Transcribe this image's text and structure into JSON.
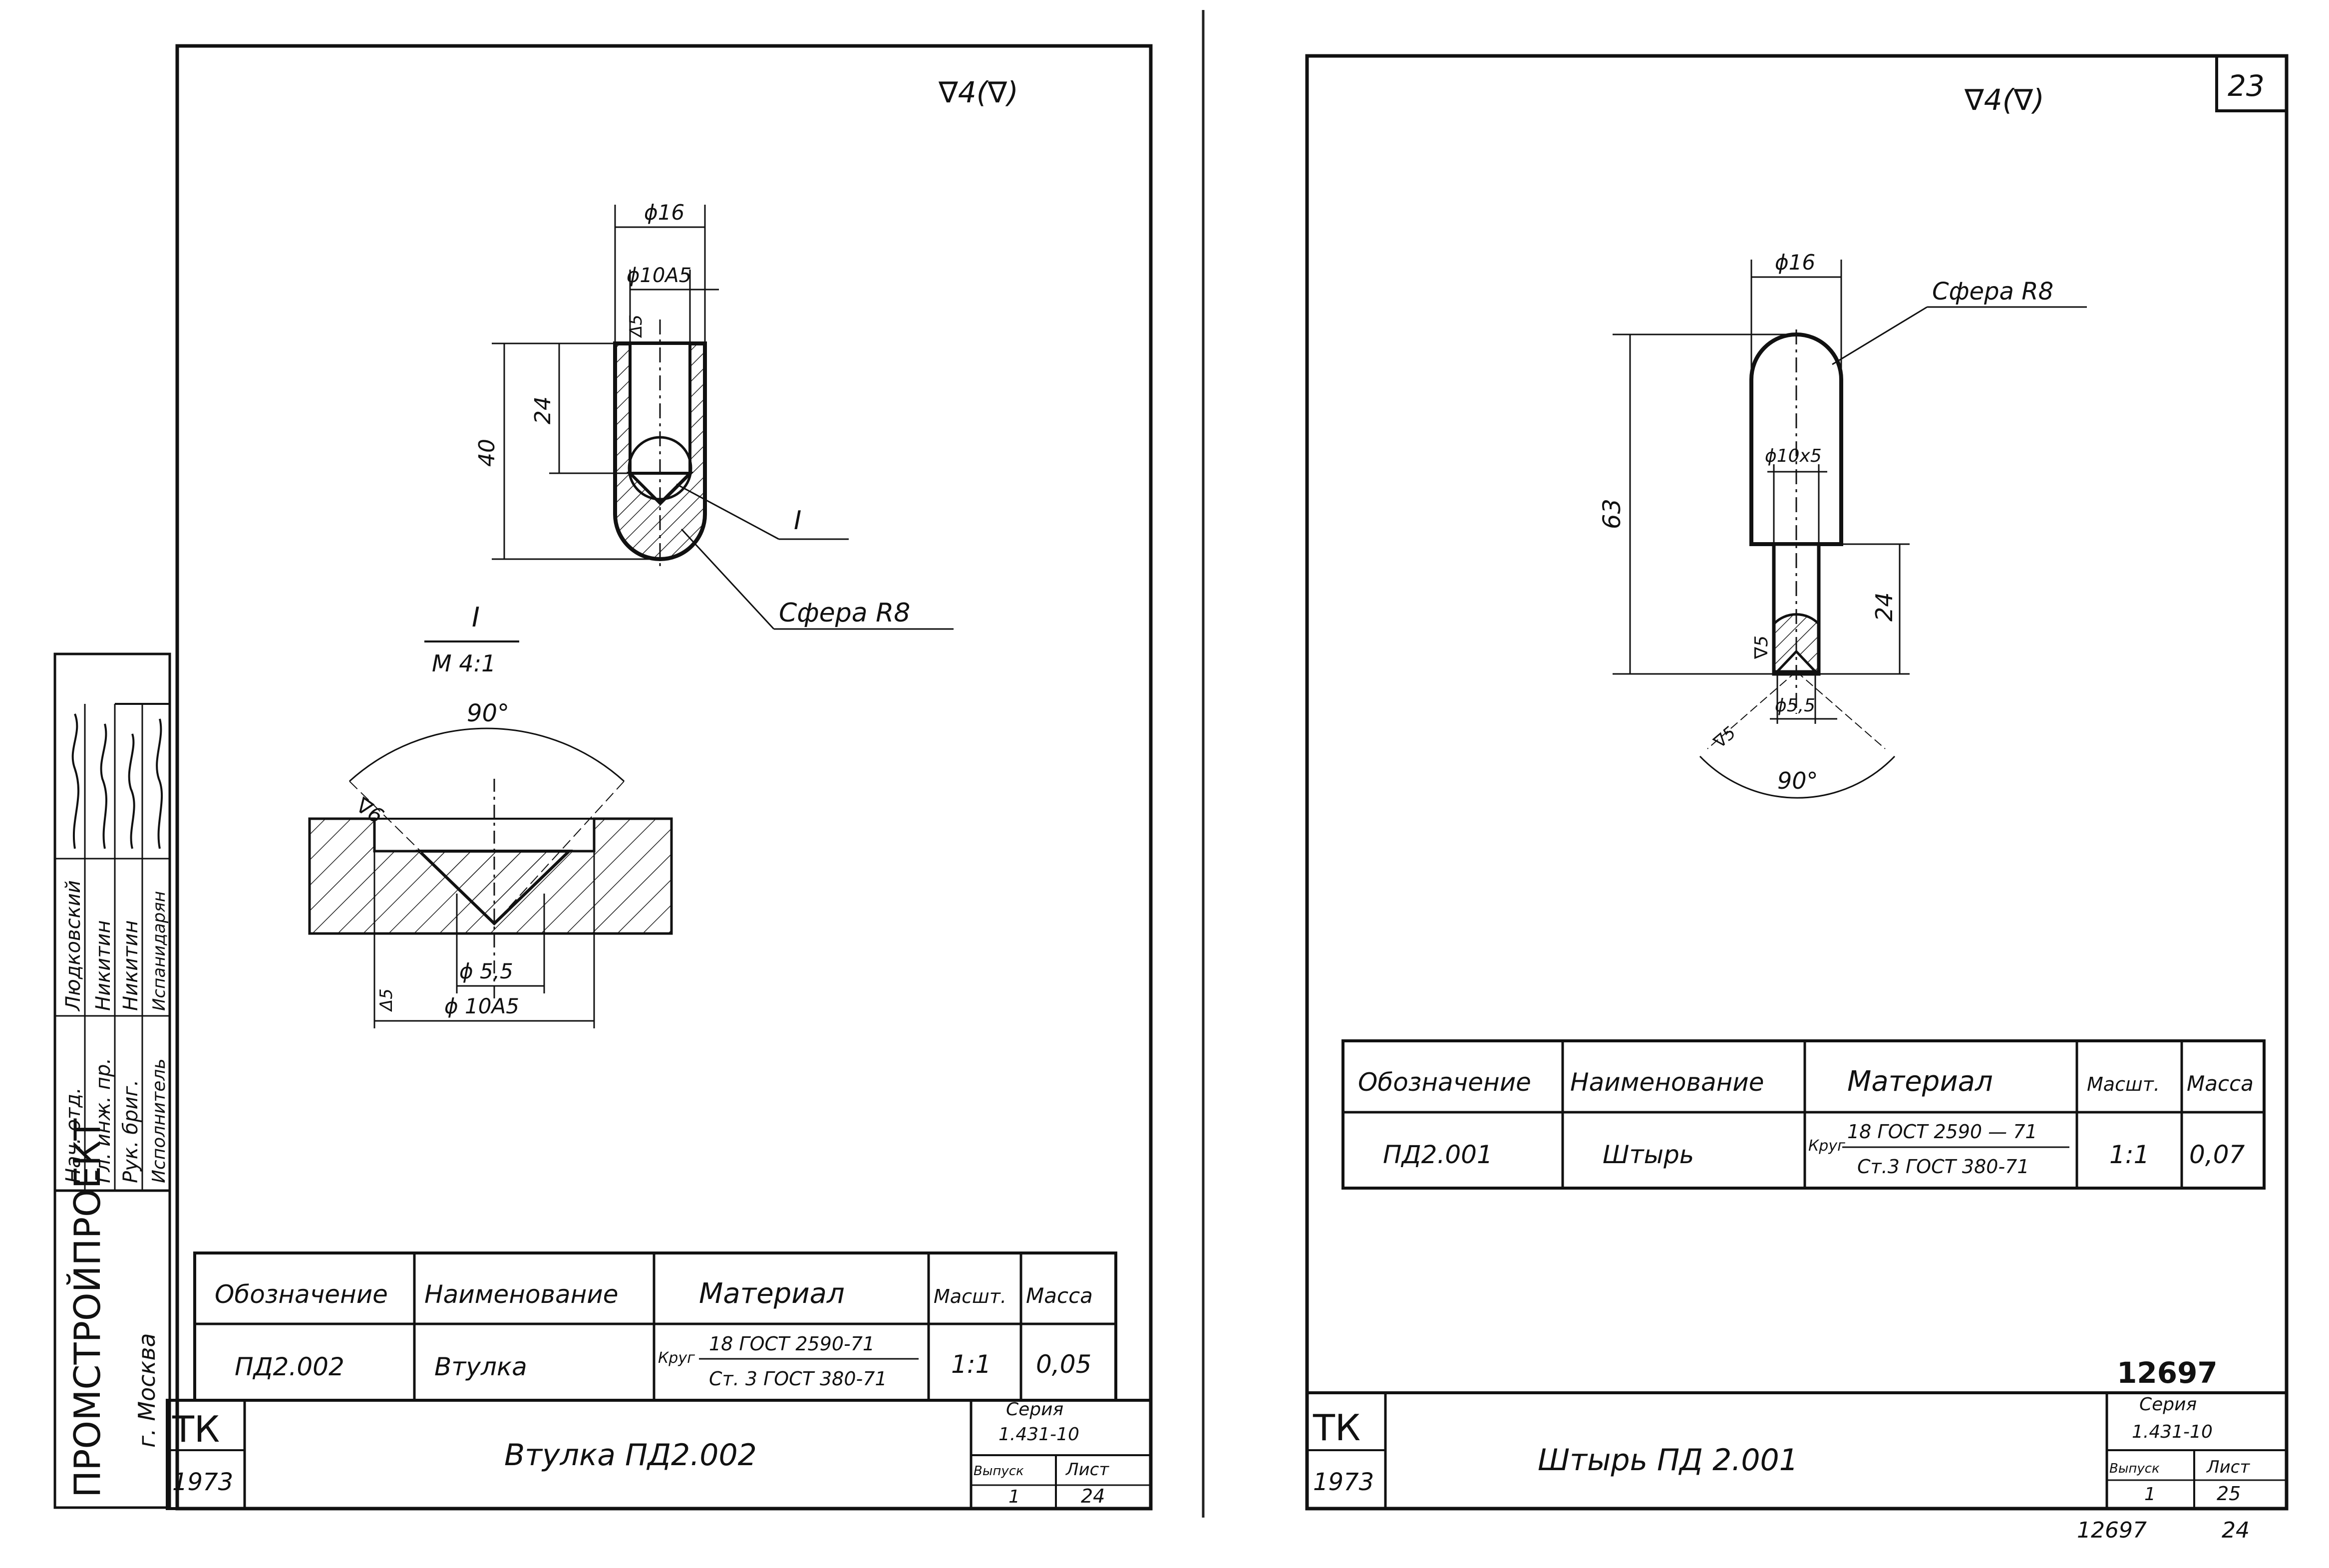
{
  "left": {
    "roughness": "∇4(∇)",
    "dims": {
      "d16": "ϕ16",
      "d10a5": "ϕ10А5",
      "delta5": "Δ5",
      "h24": "24",
      "h40": "40",
      "mark": "I",
      "sphere": "Сфера R8"
    },
    "detail": {
      "title": "I",
      "scale": "М 4:1",
      "angle": "90°",
      "rough6": "∇6",
      "rough5": "Δ5",
      "d55": "ϕ 5,5",
      "d10a5": "ϕ 10А5"
    },
    "table": {
      "headers": [
        "Обозначение",
        "Наименование",
        "Материал",
        "Масшт.",
        "Масса"
      ],
      "designation": "ПД2.002",
      "name": "Втулка",
      "material_prefix": "Круг",
      "material_top": "18 ГОСТ 2590-71",
      "material_bottom": "Ст. 3 ГОСТ 380-71",
      "scale": "1:1",
      "mass": "0,05"
    },
    "stamp": {
      "tk": "ТК",
      "year": "1973",
      "title": "Втулка ПД2.002",
      "series_label": "Серия",
      "series_value": "1.431-10",
      "issue_label": "Выпуск",
      "issue_value": "1",
      "sheet_label": "Лист",
      "sheet_value": "24"
    },
    "side": {
      "org": "ПРОМСТРОЙПРОЕКТ",
      "city": "г. Москва",
      "roles": [
        "Нач. отд.",
        "Гл. инж. пр.",
        "Рук. бриг.",
        "Исполнитель"
      ],
      "names": [
        "Людковский",
        "Никитин",
        "Никитин",
        "Испанидарян"
      ]
    }
  },
  "right": {
    "page_number": "23",
    "roughness": "∇4(∇)",
    "dims": {
      "d16": "ϕ16",
      "sphere": "Сфера R8",
      "d10x5": "ϕ10х5",
      "h63": "63",
      "h24": "24",
      "rough5a": "∇5",
      "rough5b": "∇5",
      "d55": "ϕ5,5",
      "angle": "90°"
    },
    "table": {
      "headers": [
        "Обозначение",
        "Наименование",
        "Материал",
        "Масшт.",
        "Масса"
      ],
      "designation": "ПД2.001",
      "name": "Штырь",
      "material_prefix": "Круг",
      "material_top": "18 ГОСТ 2590 — 71",
      "material_bottom": "Ст.3 ГОСТ 380-71",
      "scale": "1:1",
      "mass": "0,07"
    },
    "doc_number": "12697",
    "stamp": {
      "tk": "ТК",
      "year": "1973",
      "title": "Штырь ПД 2.001",
      "series_label": "Серия",
      "series_value": "1.431-10",
      "issue_label": "Выпуск",
      "issue_value": "1",
      "sheet_label": "Лист",
      "sheet_value": "25"
    },
    "bottom_number": "12697",
    "bottom_page": "24"
  }
}
